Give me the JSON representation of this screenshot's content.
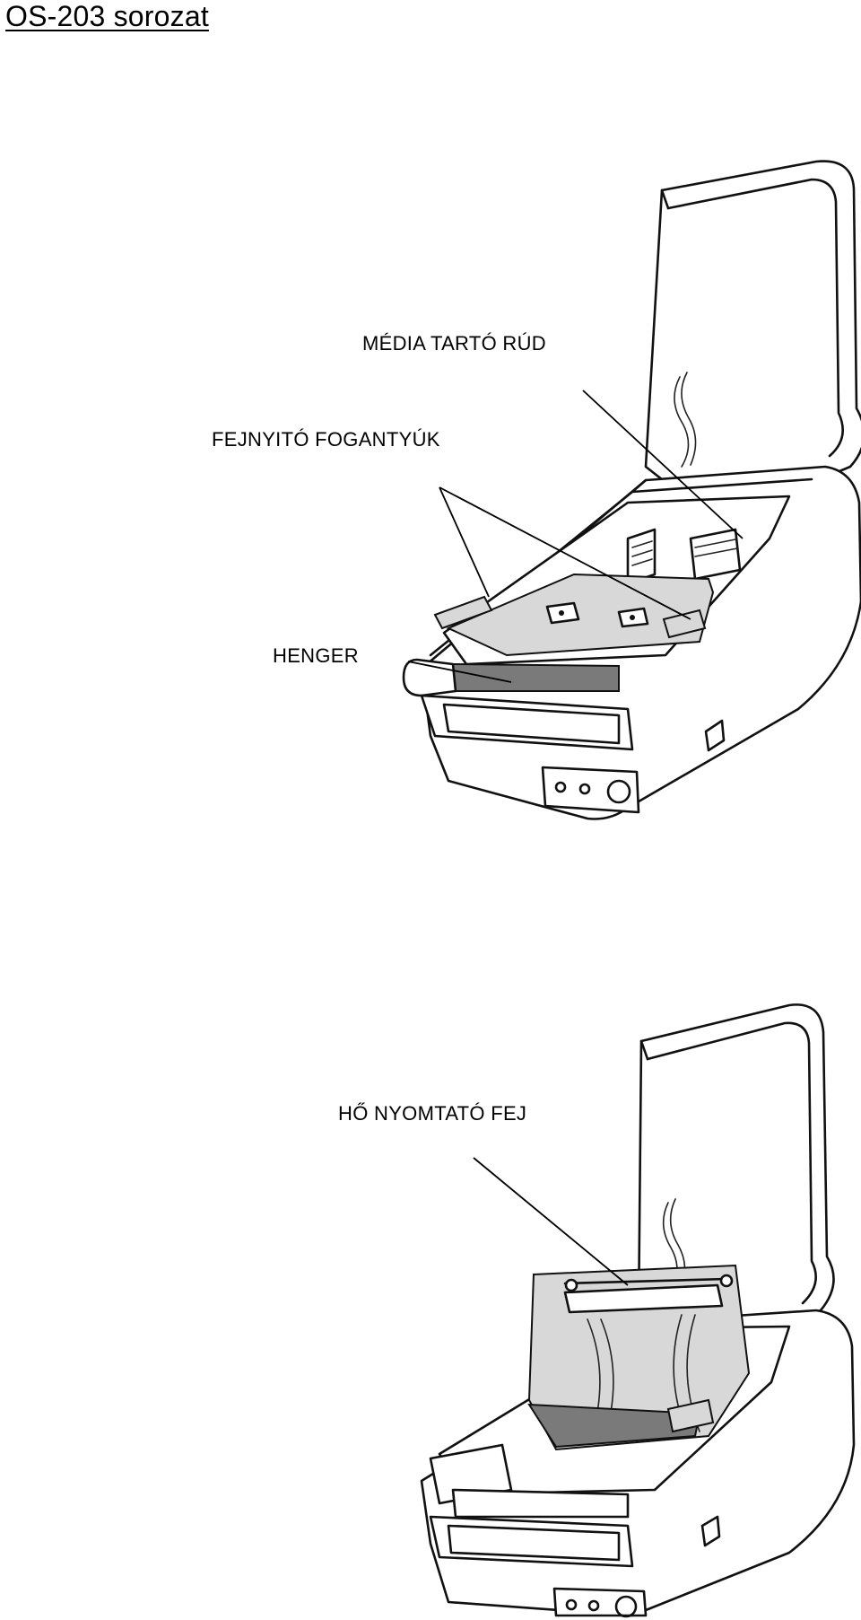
{
  "page_title": "OS-203 sorozat",
  "figure1": {
    "labels": {
      "media_holder": "MÉDIA TARTÓ RÚD",
      "head_release": "FEJNYITÓ FOGANTYÚK",
      "platen": "HENGER"
    }
  },
  "figure2": {
    "labels": {
      "print_head": "HŐ NYOMTATÓ FEJ"
    }
  }
}
